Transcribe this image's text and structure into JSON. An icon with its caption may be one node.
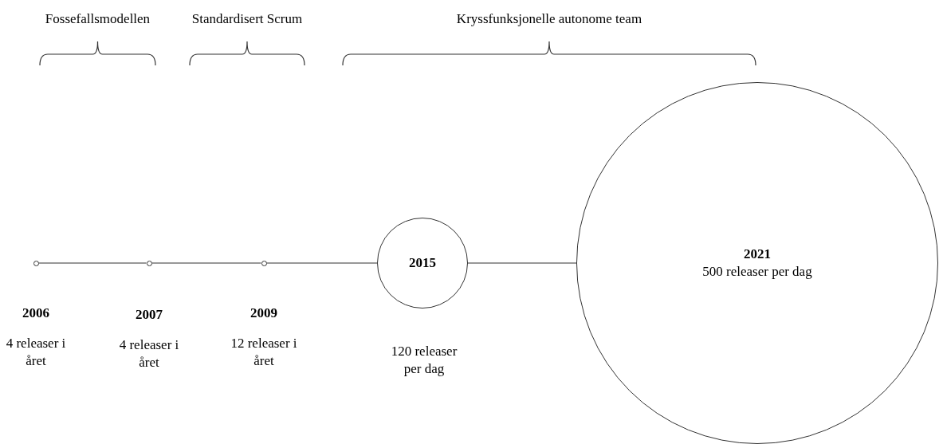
{
  "diagram": {
    "nodes": [
      {
        "text": [],
        "shape": "circle",
        "beside": [
          "2006",
          "4 releaser i året"
        ]
      },
      {
        "text": [],
        "shape": "circle",
        "beside": [
          "2007",
          "4 releaser i året"
        ]
      },
      {
        "text": [],
        "shape": "circle",
        "beside": [
          "2009",
          "12 releaser i året"
        ]
      },
      {
        "text": [
          "2015"
        ],
        "beside": [
          "120 releaser per dag"
        ]
      },
      {
        "text": [
          "2021",
          "500 releaser per dag"
        ]
      }
    ],
    "edges": [
      {
        "from": 0,
        "to": 1,
        "arrow": "none"
      },
      {
        "from": 1,
        "to": 2,
        "arrow": "none"
      },
      {
        "from": 2,
        "to": 3,
        "arrow": "none"
      },
      {
        "from": 3,
        "to": 4,
        "arrow": "none"
      }
    ],
    "labels": [
      "Fossefallsmodellen",
      "Standardisert Scrum",
      "Kryssfunksjonelle autonome team"
    ]
  }
}
